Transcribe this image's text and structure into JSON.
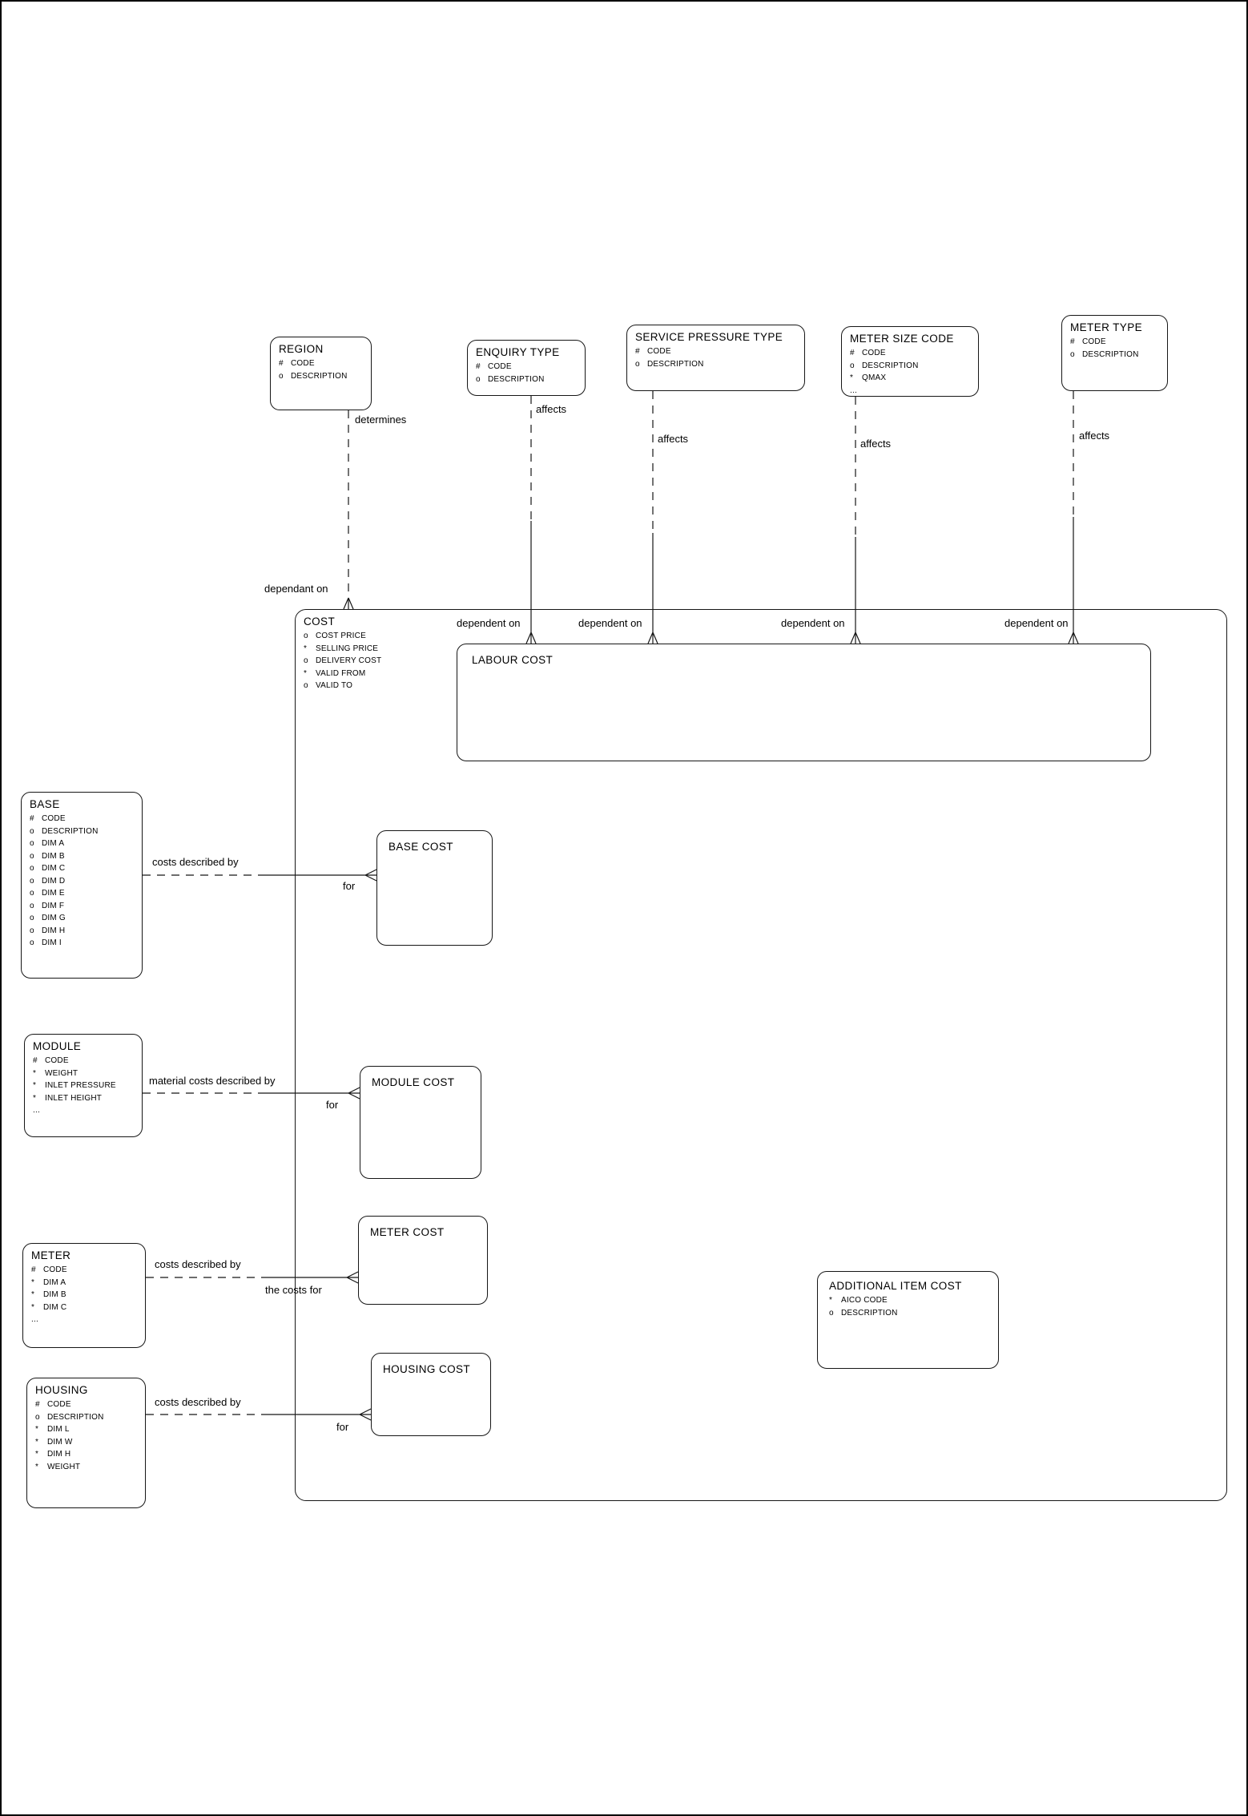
{
  "diagram": {
    "entities": {
      "region": {
        "title": "REGION",
        "attrs": [
          "# CODE",
          "o DESCRIPTION"
        ]
      },
      "enquiry_type": {
        "title": "ENQUIRY TYPE",
        "attrs": [
          "# CODE",
          "o DESCRIPTION"
        ]
      },
      "service_pressure": {
        "title": "SERVICE PRESSURE TYPE",
        "attrs": [
          "# CODE",
          "o DESCRIPTION"
        ]
      },
      "meter_size_code": {
        "title": "METER SIZE CODE",
        "attrs": [
          "# CODE",
          "o DESCRIPTION",
          "* QMAX",
          "..."
        ]
      },
      "meter_type": {
        "title": "METER TYPE",
        "attrs": [
          "# CODE",
          "o DESCRIPTION"
        ]
      },
      "cost": {
        "title": "COST",
        "attrs": [
          "o COST PRICE",
          "* SELLING PRICE",
          "o DELIVERY COST",
          "* VALID FROM",
          "o VALID TO"
        ]
      },
      "labour_cost": {
        "title": "LABOUR COST",
        "attrs": []
      },
      "base": {
        "title": "BASE",
        "attrs": [
          "# CODE",
          "o DESCRIPTION",
          "o DIM A",
          "o DIM B",
          "o DIM C",
          "o DIM D",
          "o DIM E",
          "o DIM F",
          "o DIM G",
          "o DIM H",
          "o DIM I"
        ]
      },
      "base_cost": {
        "title": "BASE COST",
        "attrs": []
      },
      "module": {
        "title": "MODULE",
        "attrs": [
          "# CODE",
          "* WEIGHT",
          "* INLET PRESSURE",
          "* INLET HEIGHT",
          "..."
        ]
      },
      "module_cost": {
        "title": "MODULE COST",
        "attrs": []
      },
      "meter": {
        "title": "METER",
        "attrs": [
          "# CODE",
          "* DIM A",
          "* DIM B",
          "* DIM C",
          "..."
        ]
      },
      "meter_cost": {
        "title": "METER COST",
        "attrs": []
      },
      "housing": {
        "title": "HOUSING",
        "attrs": [
          "# CODE",
          "o DESCRIPTION",
          "* DIM L",
          "* DIM W",
          "* DIM H",
          "* WEIGHT"
        ]
      },
      "housing_cost": {
        "title": "HOUSING COST",
        "attrs": []
      },
      "additional_item_cost": {
        "title": "ADDITIONAL ITEM COST",
        "attrs": [
          "* AICO CODE",
          "o DESCRIPTION"
        ]
      }
    },
    "labels": {
      "determines": "determines",
      "dependant_on": "dependant on",
      "affects": "affects",
      "dependent_on": "dependent on",
      "costs_described_by": "costs described by",
      "material_costs_described_by": "material costs described by",
      "for": "for",
      "the_costs_for": "the costs for"
    },
    "colors": {
      "line": "#161616",
      "background": "#ffffff"
    }
  }
}
